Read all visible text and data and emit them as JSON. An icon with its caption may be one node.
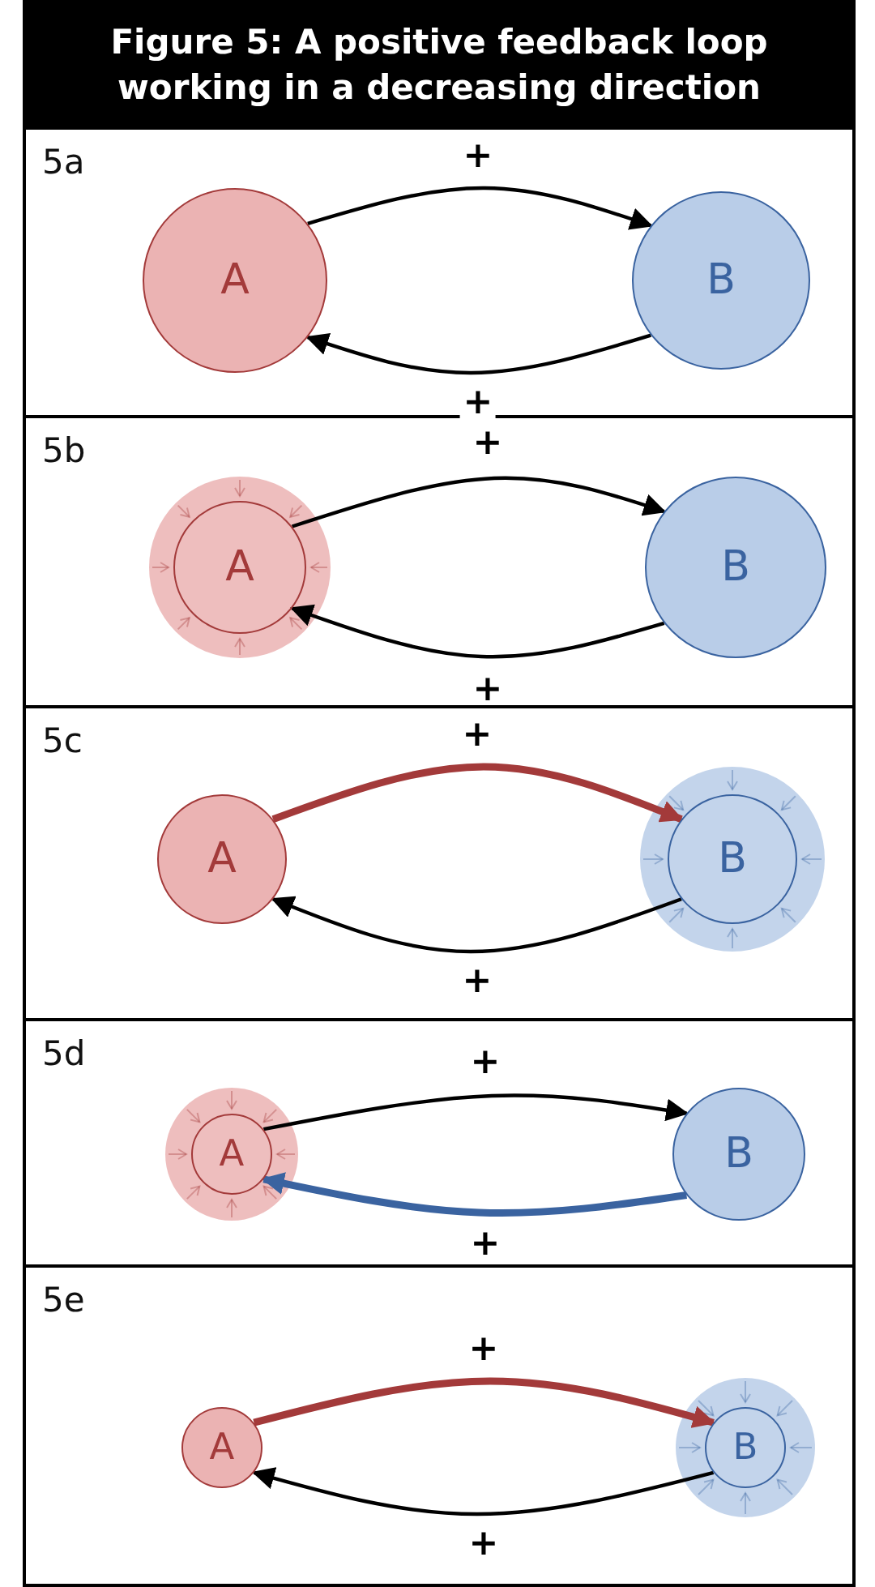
{
  "diagram": {
    "title": "Figure 5: A positive feedback loop working in a decreasing direction",
    "nodes": [
      {
        "text": [
          "5a"
        ]
      },
      {
        "text": [
          "A"
        ],
        "in": 0
      },
      {
        "text": [
          "B"
        ],
        "in": 0
      },
      {
        "text": [
          "5b"
        ]
      },
      {
        "text": [
          "A"
        ],
        "in": 3
      },
      {
        "text": [
          "B"
        ],
        "in": 3
      },
      {
        "text": [
          "5c"
        ]
      },
      {
        "text": [
          "A"
        ],
        "in": 6
      },
      {
        "text": [
          "B"
        ],
        "in": 6
      },
      {
        "text": [
          "5d"
        ]
      },
      {
        "text": [
          "A"
        ],
        "in": 9
      },
      {
        "text": [
          "B"
        ],
        "in": 9
      },
      {
        "text": [
          "5e"
        ]
      },
      {
        "text": [
          "A"
        ],
        "in": 12
      },
      {
        "text": [
          "B"
        ],
        "in": 12
      }
    ],
    "edges": [
      {
        "from": 1,
        "to": 2,
        "arrow": "to",
        "label": "+"
      },
      {
        "from": 2,
        "to": 1,
        "arrow": "to",
        "label": "+"
      },
      {
        "from": 4,
        "to": 5,
        "arrow": "to",
        "label": "+"
      },
      {
        "from": 5,
        "to": 4,
        "arrow": "to",
        "label": "+"
      },
      {
        "from": 7,
        "to": 8,
        "arrow": "to",
        "label": "+",
        "style": "thick",
        "color": "#a33a3a"
      },
      {
        "from": 8,
        "to": 7,
        "arrow": "to",
        "label": "+"
      },
      {
        "from": 10,
        "to": 11,
        "arrow": "to",
        "label": "+"
      },
      {
        "from": 11,
        "to": 10,
        "arrow": "to",
        "label": "+",
        "style": "thick",
        "color": "#3a63a0"
      },
      {
        "from": 13,
        "to": 14,
        "arrow": "to",
        "label": "+",
        "style": "thick",
        "color": "#a33a3a"
      },
      {
        "from": 14,
        "to": 13,
        "arrow": "to",
        "label": "+"
      }
    ]
  }
}
